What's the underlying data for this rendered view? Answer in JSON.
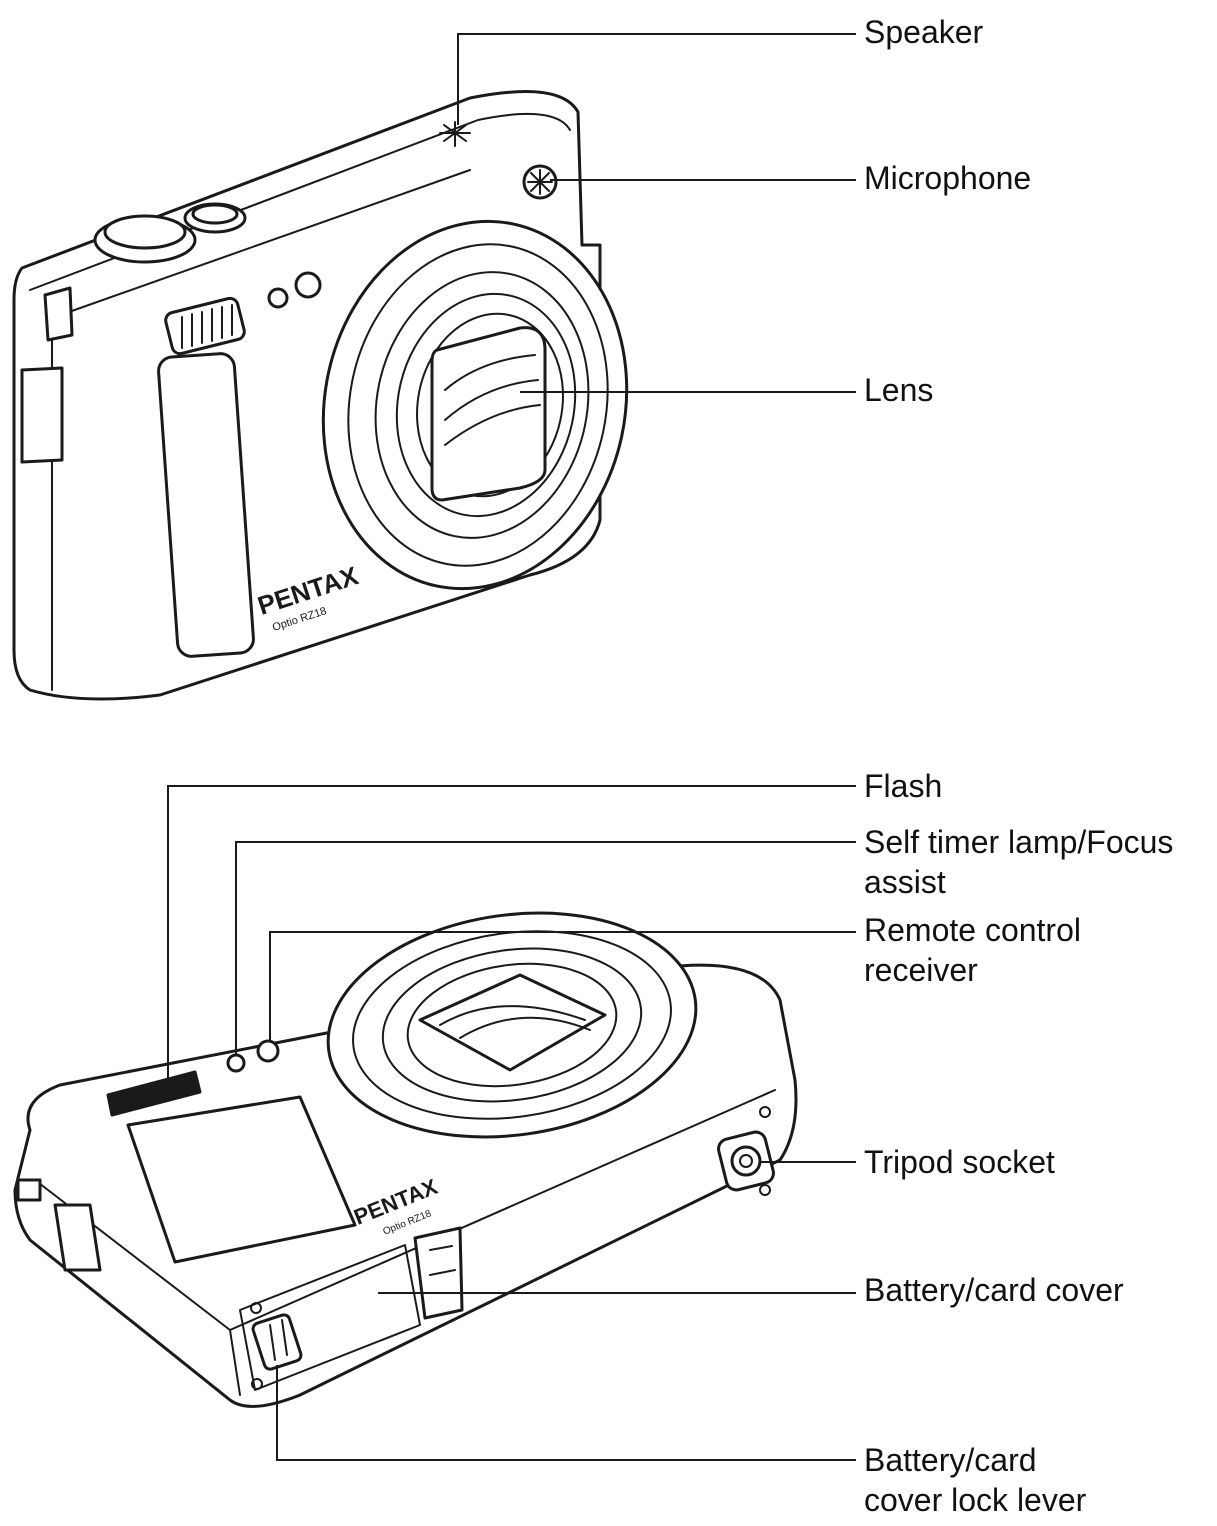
{
  "camera_branding": {
    "brand": "PENTAX",
    "model": "Optio RZ18"
  },
  "labels": {
    "speaker": "Speaker",
    "microphone": "Microphone",
    "lens": "Lens",
    "flash": "Flash",
    "self_timer_line1": "Self timer lamp/Focus",
    "self_timer_line2": "assist",
    "remote_line1": "Remote control",
    "remote_line2": "receiver",
    "tripod": "Tripod socket",
    "battery_cover": "Battery/card cover",
    "lock_lever_line1": "Battery/card",
    "lock_lever_line2": "cover lock lever"
  }
}
